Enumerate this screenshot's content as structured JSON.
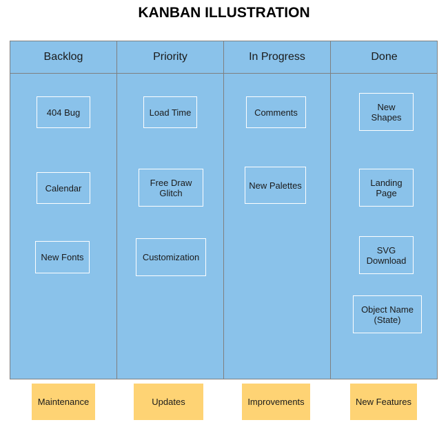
{
  "title": "KANBAN ILLUSTRATION",
  "columns": [
    {
      "label": "Backlog",
      "cards": [
        "404 Bug",
        "Calendar",
        "New Fonts"
      ]
    },
    {
      "label": "Priority",
      "cards": [
        "Load Time",
        "Free Draw\nGlitch",
        "Customization"
      ]
    },
    {
      "label": "In Progress",
      "cards": [
        "Comments",
        "New Palettes"
      ]
    },
    {
      "label": "Done",
      "cards": [
        "New\nShapes",
        "Landing\nPage",
        "SVG\nDownload",
        "Object Name\n(State)"
      ]
    }
  ],
  "categories": [
    "Maintenance",
    "Updates",
    "Improvements",
    "New Features"
  ],
  "colors": {
    "board": "#8ac2ea",
    "category": "#fed374",
    "border": "#7f7f7f"
  }
}
